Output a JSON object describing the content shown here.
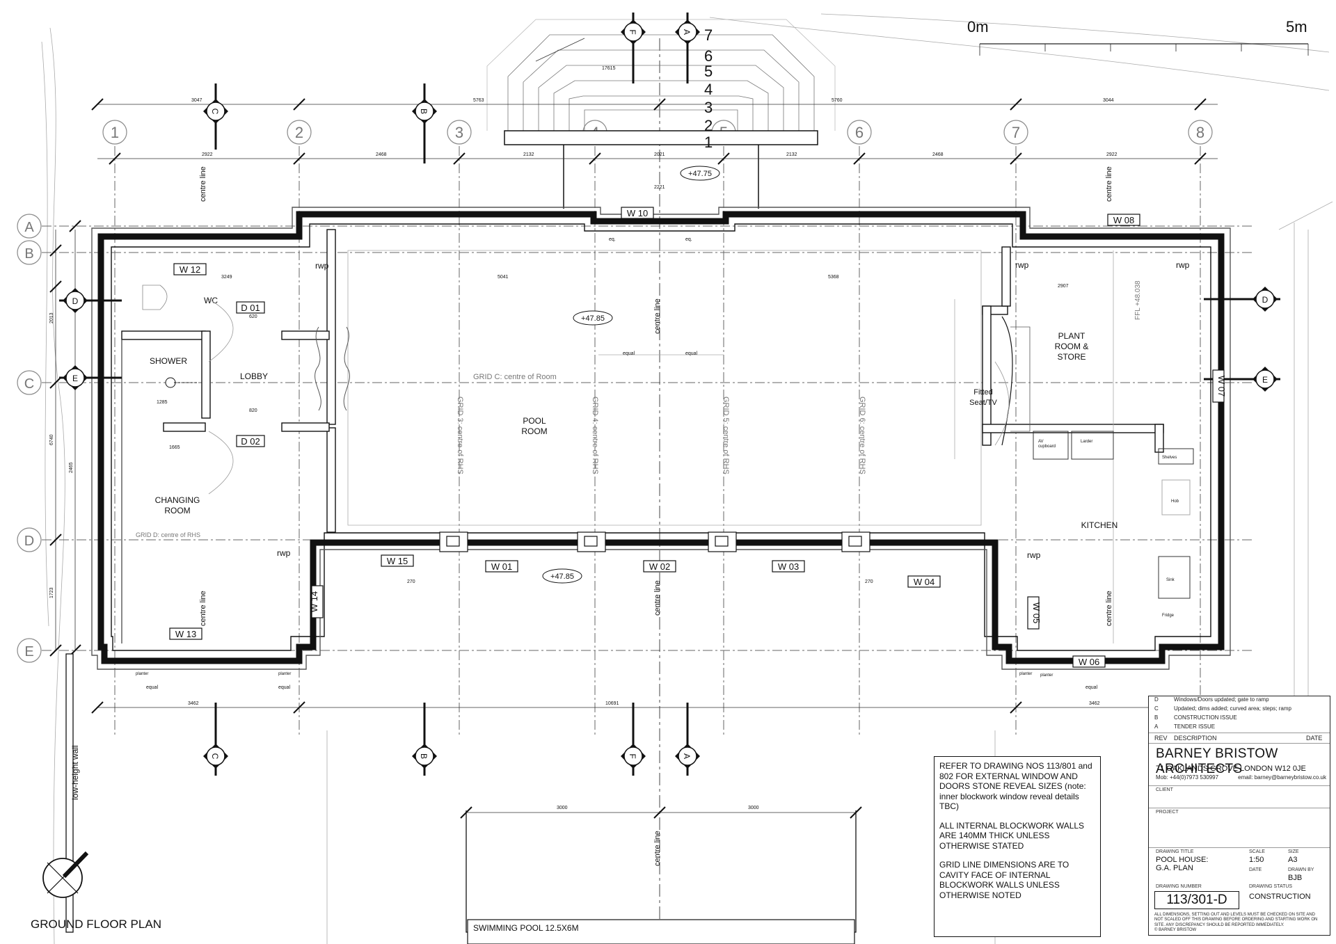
{
  "drawing_title": "GROUND FLOOR PLAN",
  "scale_bar": {
    "start_label": "0m",
    "end_label": "5m"
  },
  "grid_columns": [
    "1",
    "2",
    "3",
    "4",
    "5",
    "6",
    "7",
    "8"
  ],
  "grid_rows": [
    "A",
    "B",
    "C",
    "D",
    "E"
  ],
  "step_numbers": [
    "7",
    "6",
    "5",
    "4",
    "3",
    "2",
    "1"
  ],
  "section_markers": [
    "C",
    "B",
    "F",
    "A",
    "D",
    "E"
  ],
  "rooms": {
    "wc": "WC",
    "shower": "SHOWER",
    "lobby": "LOBBY",
    "changing_line1": "CHANGING",
    "changing_line2": "ROOM",
    "pool_line1": "POOL",
    "pool_line2": "ROOM",
    "plant_line1": "PLANT",
    "plant_line2": "ROOM &",
    "plant_line3": "STORE",
    "fitted_line1": "Fitted",
    "fitted_line2": "Seat/TV",
    "kitchen": "KITCHEN",
    "av_line1": "AV",
    "av_line2": "cupboard",
    "larder": "Larder",
    "shelves": "Shelves",
    "hob": "Hob",
    "sink": "Sink",
    "fridge": "Fridge",
    "planter": "planter"
  },
  "levels": {
    "top": "+47.75",
    "pool_room": "+47.85",
    "terrace": "+47.85",
    "plant_ffl": "FFL +48.038"
  },
  "windows": [
    "W 01",
    "W 02",
    "W 03",
    "W 04",
    "W 05",
    "W 06",
    "W 07",
    "W 08",
    "W 10",
    "W 12",
    "W 13",
    "W 14",
    "W 15"
  ],
  "doors": [
    "D 01",
    "D 02"
  ],
  "rwp": "rwp",
  "grid_notes": {
    "c": "GRID C: centre of Room",
    "d": "GRID D: centre of RHS",
    "v3": "GRID 3: centre of RHS",
    "v4": "GRID 4: centre of RHS",
    "v5": "GRID 5: centre of RHS",
    "v6": "GRID 6: centre of RHS",
    "centre_line": "centre line"
  },
  "dims": {
    "top": [
      "3047",
      "5763",
      "5760",
      "3044"
    ],
    "second": [
      "2922",
      "2468",
      "2132",
      "2021",
      "2132",
      "2468",
      "2922"
    ],
    "steps": "17615",
    "w10": "2221",
    "room_left": "5041",
    "room_right": "5368",
    "wc_width": "3249",
    "d01": "620",
    "shower": "1285",
    "d02": "820",
    "changing": "1665",
    "terrace_left": "270",
    "terrace_right": "270",
    "plant_width": "2907",
    "bottom": [
      "3462",
      "10691",
      "3462"
    ],
    "pool": [
      "3000",
      "3000"
    ],
    "left": [
      "2013",
      "6740",
      "2465",
      "1723"
    ],
    "equal": "equal",
    "eq": "eq."
  },
  "low_wall": "low-height wall",
  "pool_label": "SWIMMING POOL 12.5X6M",
  "notes": [
    "REFER TO DRAWING NOS 113/801 and 802 FOR EXTERNAL WINDOW AND DOORS STONE REVEAL SIZES (note: inner blockwork window reveal details TBC)",
    "ALL INTERNAL BLOCKWORK WALLS ARE 140MM THICK UNLESS OTHERWISE STATED",
    "GRID LINE DIMENSIONS ARE TO CAVITY FACE OF INTERNAL BLOCKWORK WALLS UNLESS OTHERWISE NOTED"
  ],
  "revisions": [
    {
      "rev": "D",
      "desc": "Windows/Doors updated; gate to ramp"
    },
    {
      "rev": "C",
      "desc": "Updated; dims added; curved area; steps; ramp"
    },
    {
      "rev": "B",
      "desc": "CONSTRUCTION ISSUE"
    },
    {
      "rev": "A",
      "desc": "TENDER ISSUE"
    }
  ],
  "title_block": {
    "rev_head": "REV",
    "desc_head": "DESCRIPTION",
    "date_head": "DATE",
    "firm": "BARNEY BRISTOW ARCHITECTS",
    "address": "71 OAKLANDS GROVE   LONDON   W12 0JE",
    "mobile": "Mob: +44(0)7973 530997",
    "email": "email: barney@barneybristow.co.uk",
    "client_label": "CLIENT",
    "project_label": "PROJECT",
    "drawing_title_label": "DRAWING TITLE",
    "drawing_title_1": "POOL HOUSE:",
    "drawing_title_2": "G.A. PLAN",
    "scale_label": "SCALE",
    "scale": "1:50",
    "size_label": "SIZE",
    "size": "A3",
    "date_label": "DATE",
    "drawn_by_label": "DRAWN BY",
    "drawn_by": "BJB",
    "drawing_number_label": "DRAWING NUMBER",
    "drawing_number": "113/301-D",
    "status_label": "DRAWING STATUS",
    "status": "CONSTRUCTION",
    "disclaimer": "ALL DIMENSIONS, SETTING OUT AND LEVELS MUST BE CHECKED ON SITE AND NOT SCALED OFF THIS DRAWING BEFORE ORDERING AND STARTING WORK ON SITE. ANY DISCREPANCY SHOULD BE REPORTED IMMEDIATELY.",
    "copyright": "© BARNEY BRISTOW"
  }
}
